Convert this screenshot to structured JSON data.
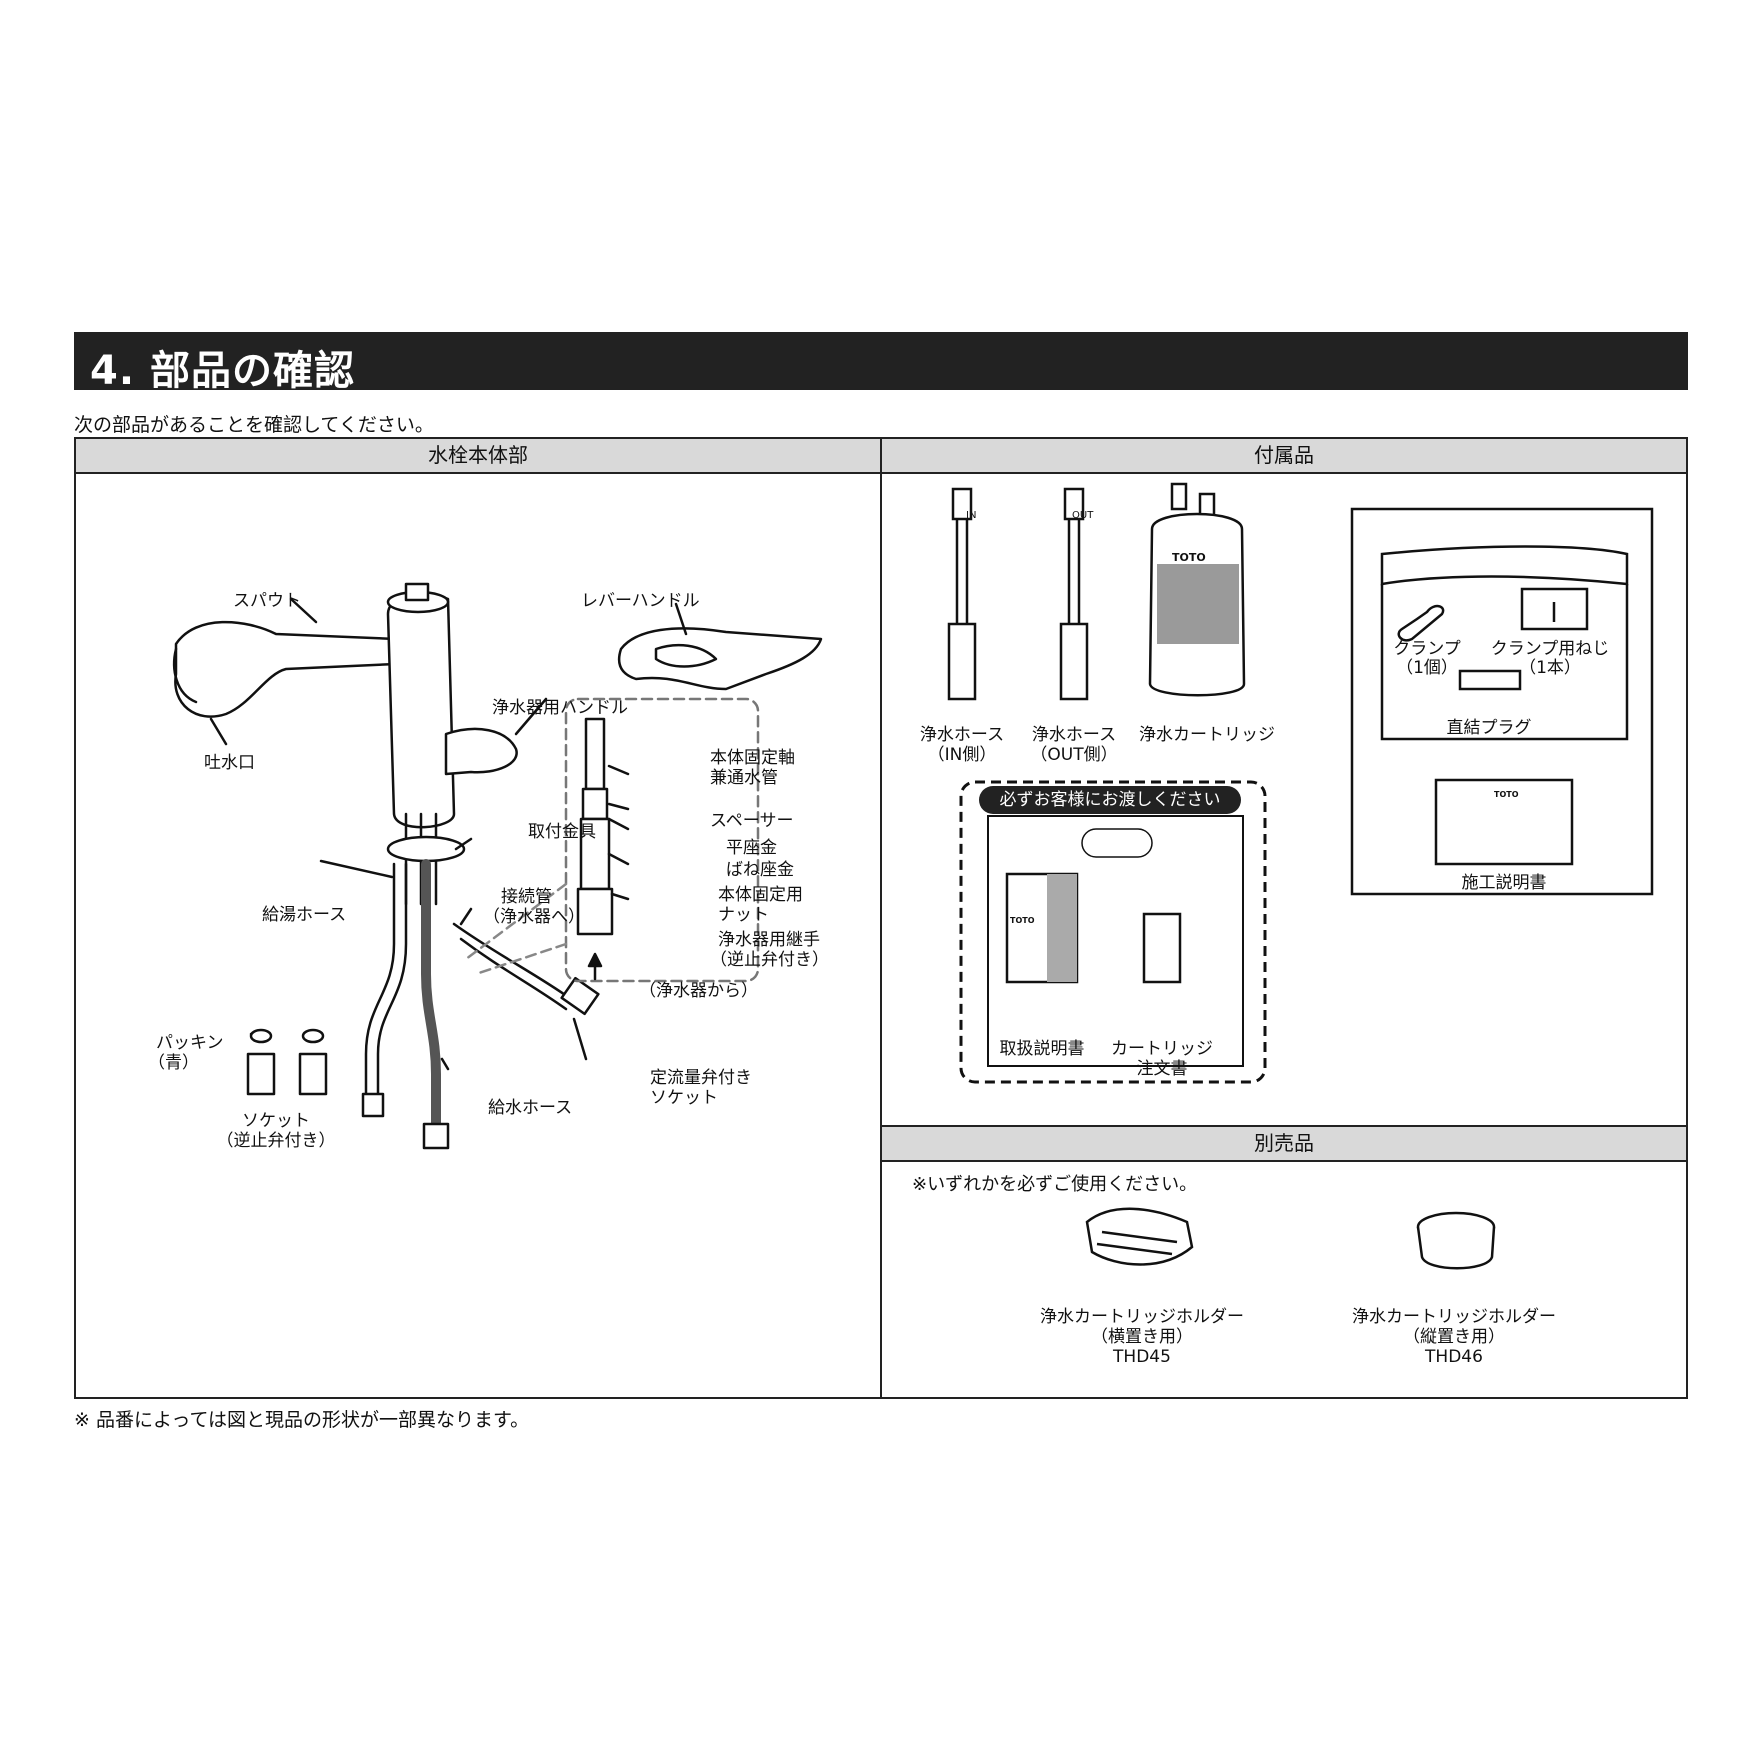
{
  "section": {
    "title": "4. 部品の確認",
    "intro": "次の部品があることを確認してください。"
  },
  "faucet": {
    "header": "水栓本体部",
    "labels": {
      "spout": "スパウト",
      "outlet": "吐水口",
      "lever": "レバーハンドル",
      "purifier_handle": "浄水器用ハンドル",
      "shaft_1": "本体固定軸",
      "shaft_2": "兼通水管",
      "spacer": "スペーサー",
      "flat_washer": "平座金",
      "spring_washer": "ばね座金",
      "fix_nut_1": "本体固定用",
      "fix_nut_2": "ナット",
      "joint_1": "浄水器用継手",
      "joint_2": "（逆止弁付き）",
      "from_purifier": "（浄水器から）",
      "mount_bracket": "取付金具",
      "hot_hose": "給湯ホース",
      "conn_pipe_1": "接続管",
      "conn_pipe_2": "（浄水器へ）",
      "packing_1": "パッキン",
      "packing_2": "（青）",
      "socket_1": "ソケット",
      "socket_2": "（逆止弁付き）",
      "supply_hose": "給水ホース",
      "flow_socket_1": "定流量弁付き",
      "flow_socket_2": "ソケット"
    }
  },
  "accessories": {
    "header": "付属品",
    "hose_in_1": "浄水ホース",
    "hose_in_2": "（IN側）",
    "hose_out_1": "浄水ホース",
    "hose_out_2": "（OUT側）",
    "cartridge": "浄水カートリッジ",
    "cartridge_brand": "TOTO",
    "hose_in_mark": "IN",
    "hose_out_mark": "OUT",
    "clamp_1": "クランプ",
    "clamp_2": "（1個）",
    "screw_1": "クランプ用ねじ",
    "screw_2": "（1本）",
    "plug": "直結プラグ",
    "install_manual": "施工説明書",
    "notice": "必ずお客様にお渡しください",
    "user_manual": "取扱説明書",
    "order_1": "カートリッジ",
    "order_2": "注文書",
    "manual_brand": "TOTO",
    "install_brand": "TOTO"
  },
  "optional": {
    "header": "別売品",
    "note": "※いずれかを必ずご使用ください。",
    "item_h_1": "浄水カートリッジホルダー",
    "item_h_2": "（横置き用）",
    "item_h_3": "THD45",
    "item_v_1": "浄水カートリッジホルダー",
    "item_v_2": "（縦置き用）",
    "item_v_3": "THD46"
  },
  "footnote": "※ 品番によっては図と現品の形状が一部異なります。"
}
